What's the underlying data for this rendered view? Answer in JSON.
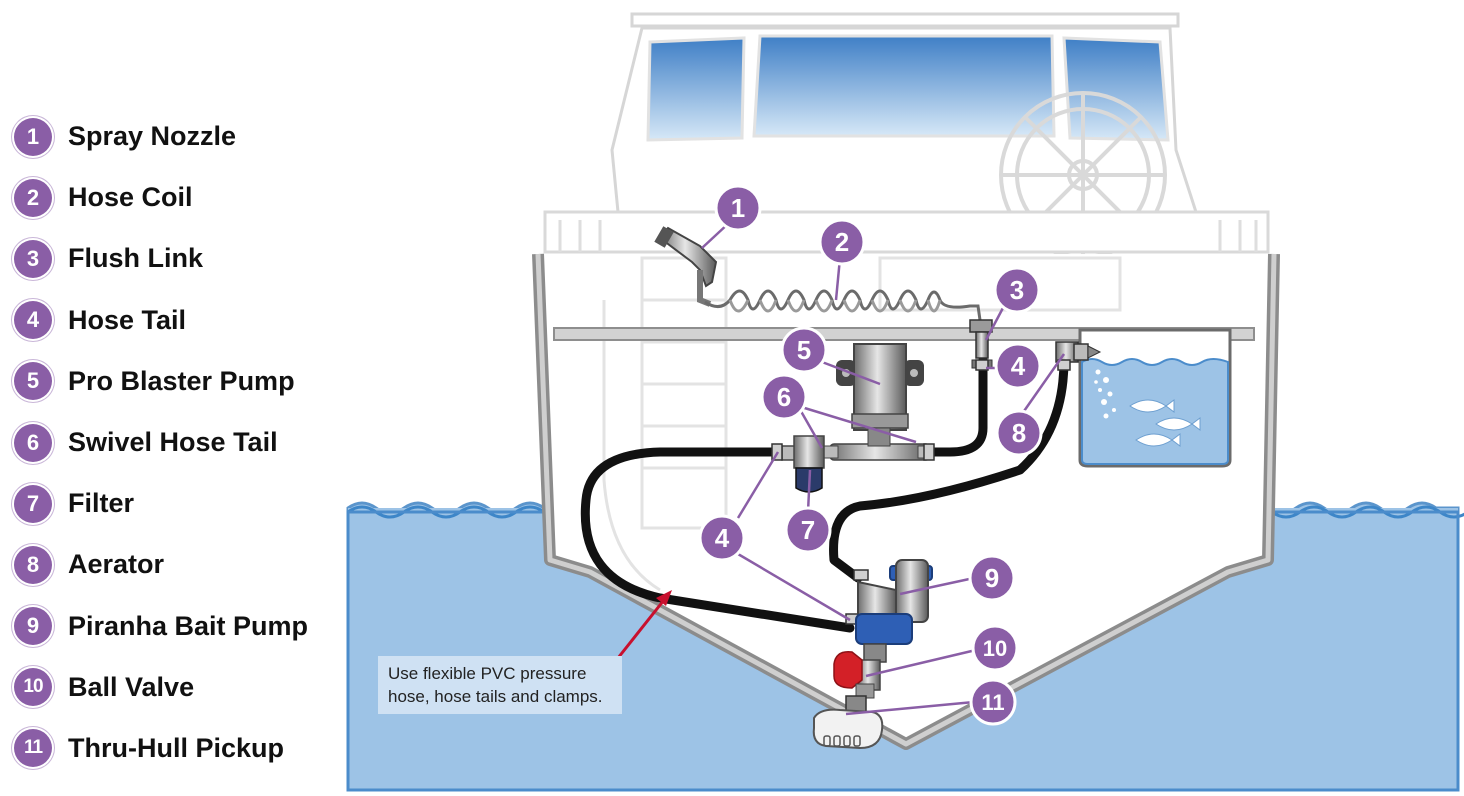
{
  "legend": [
    {
      "num": "1",
      "label": "Spray Nozzle"
    },
    {
      "num": "2",
      "label": "Hose Coil"
    },
    {
      "num": "3",
      "label": "Flush Link"
    },
    {
      "num": "4",
      "label": "Hose Tail"
    },
    {
      "num": "5",
      "label": "Pro Blaster Pump"
    },
    {
      "num": "6",
      "label": "Swivel Hose Tail"
    },
    {
      "num": "7",
      "label": "Filter"
    },
    {
      "num": "8",
      "label": "Aerator"
    },
    {
      "num": "9",
      "label": "Piranha Bait Pump"
    },
    {
      "num": "10",
      "label": "Ball Valve"
    },
    {
      "num": "11",
      "label": "Thru-Hull Pickup"
    }
  ],
  "callouts": {
    "c1": "1",
    "c2": "2",
    "c3": "3",
    "c4a": "4",
    "c5": "5",
    "c6": "6",
    "c7": "7",
    "c4b": "4",
    "c8": "8",
    "c9": "9",
    "c10": "10",
    "c11": "11"
  },
  "note": "Use flexible PVC pressure hose, hose tails and clamps.",
  "colors": {
    "callout": "#8a5ea6",
    "water": "#9dc3e6",
    "hose": "#111111",
    "bait_pump_body": "#2e5fb5",
    "valve_handle": "#d32027",
    "arrow": "#c8102e"
  }
}
